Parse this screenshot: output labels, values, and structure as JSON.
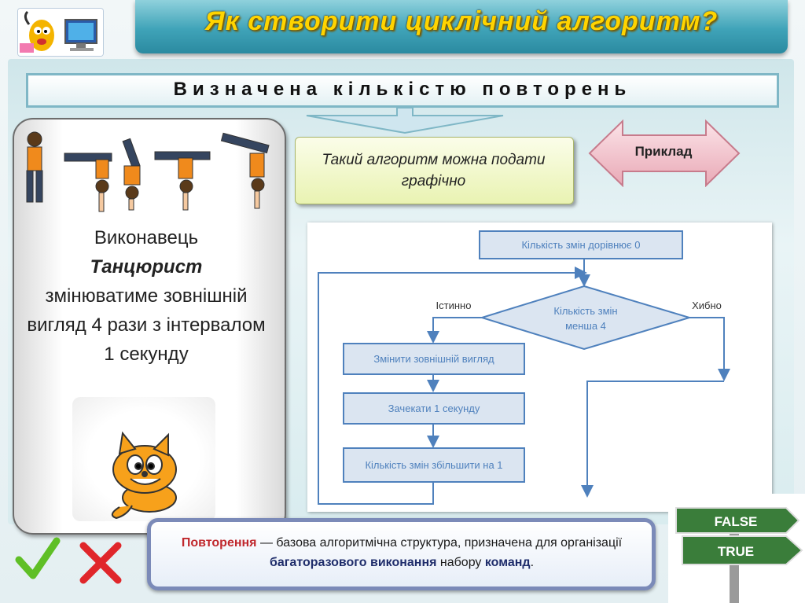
{
  "header": {
    "title": "Як створити циклічний алгоритм?",
    "subtitle": "Визначена кількістю повторень"
  },
  "performer": {
    "line1": "Виконавець",
    "name": "Танцюрист",
    "line2": "змінюватиме зовнішній вигляд 4 рази з інтервалом 1 секунду"
  },
  "callout": {
    "text": "Такий алгоритм можна подати графічно"
  },
  "example_button": {
    "label": "Приклад"
  },
  "flowchart": {
    "init": "Кількість змін дорівнює  0",
    "condition_line1": "Кількість змін",
    "condition_line2": "менша 4",
    "true_label": "Істинно",
    "false_label": "Хибно",
    "step1": "Змінити зовнішній вигляд",
    "step2": "Зачекати 1 секунду",
    "step3": "Кількість змін збільшити на 1"
  },
  "info": {
    "term": "Повторення",
    "text1": " — базова алгоритмічна структура, призначена для організації ",
    "bold1": "багаторазового виконання",
    "text2": " набору ",
    "bold2": "команд",
    "text3": "."
  },
  "signpost": {
    "false_label": "FALSE",
    "true_label": "TRUE"
  },
  "colors": {
    "title_text": "#ffd400",
    "flow_fill": "#dbe5f1",
    "flow_stroke": "#4f81bd",
    "flow_text": "#4f81bd",
    "term_red": "#c0282d",
    "bold_navy": "#1f2d6b"
  }
}
